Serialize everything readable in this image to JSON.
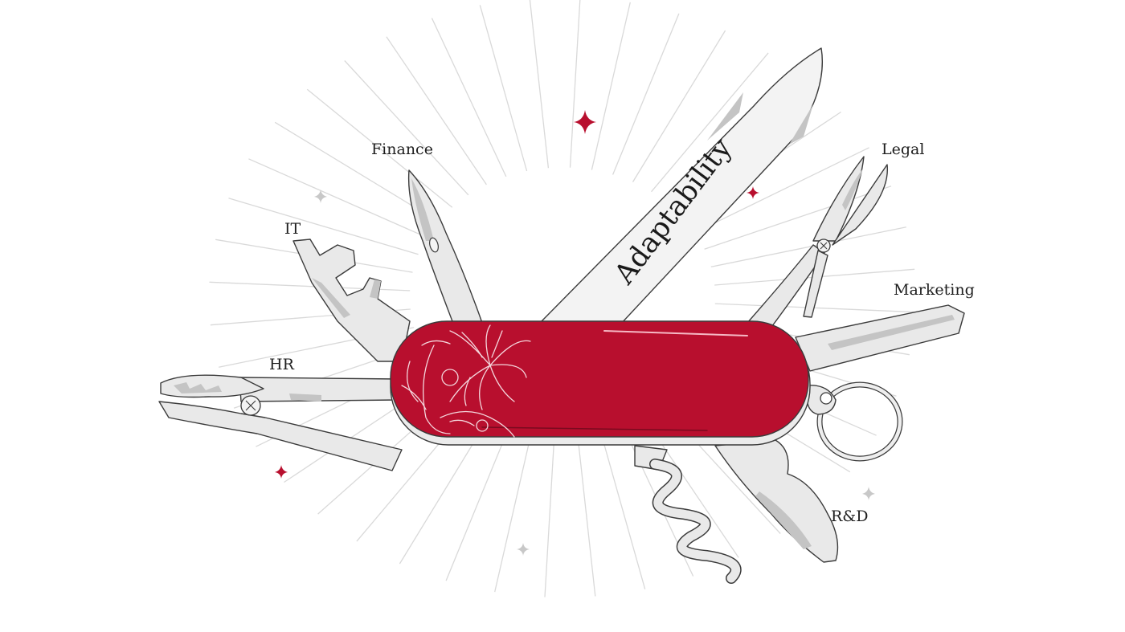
{
  "labels": {
    "finance": "Finance",
    "it": "IT",
    "hr": "HR",
    "legal": "Legal",
    "marketing": "Marketing",
    "rnd": "R&D"
  },
  "main_blade_text": "Adaptability",
  "colors": {
    "handle_red": "#b80f2e",
    "sparkle_red": "#b80f2e",
    "sparkle_grey": "#c8c8c8",
    "steel": "#e9e9e9",
    "outline": "#3b3b3b",
    "rays": "#d9d9d9",
    "background": "#ffffff"
  },
  "icons": [
    "swiss-army-knife-icon",
    "sparkle-icon",
    "key-ring-icon"
  ]
}
